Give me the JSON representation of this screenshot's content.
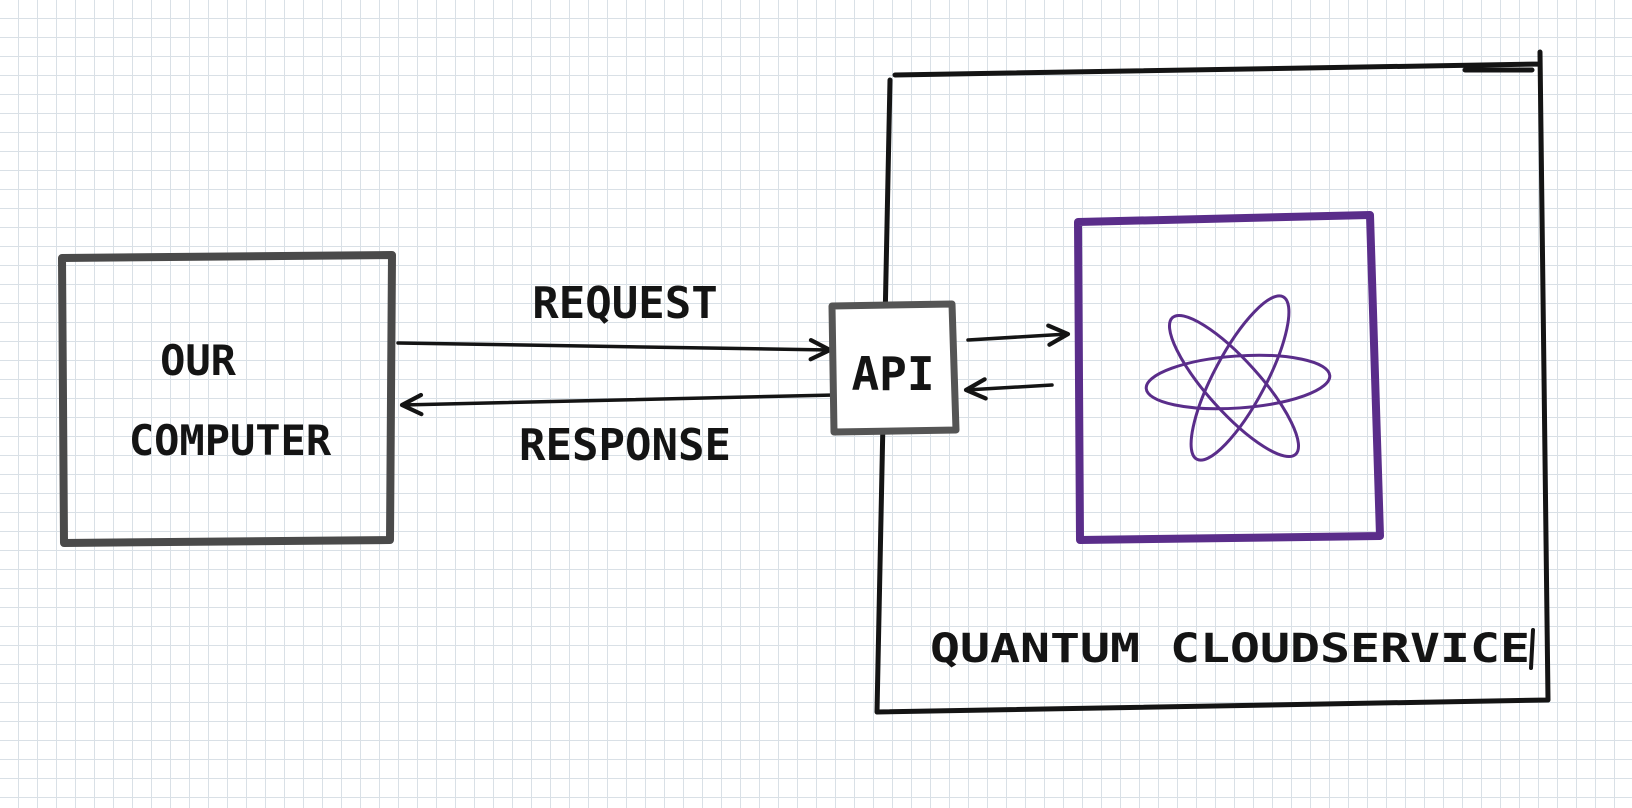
{
  "diagram": {
    "nodes": {
      "our_computer": {
        "line1": "OUR",
        "line2": "COMPUTER"
      },
      "api": {
        "label": "API"
      },
      "quantum_cloud_service": {
        "label": "QUANTUM CLOUDSERVICE"
      },
      "quantum_processor": {
        "icon": "atom-icon",
        "color": "#5a2d8a"
      }
    },
    "edges": {
      "request": {
        "label": "REQUEST",
        "from": "OUR COMPUTER",
        "to": "API"
      },
      "response": {
        "label": "RESPONSE",
        "from": "API",
        "to": "OUR COMPUTER"
      },
      "api_to_processor": {
        "from": "API",
        "to": "quantum processor"
      },
      "processor_to_api": {
        "from": "quantum processor",
        "to": "API"
      }
    },
    "colors": {
      "ink": "#141414",
      "computer_box": "#4a4a4a",
      "api_box": "#555555",
      "quantum": "#5a2d8a",
      "grid": "#d9e0e6"
    }
  }
}
